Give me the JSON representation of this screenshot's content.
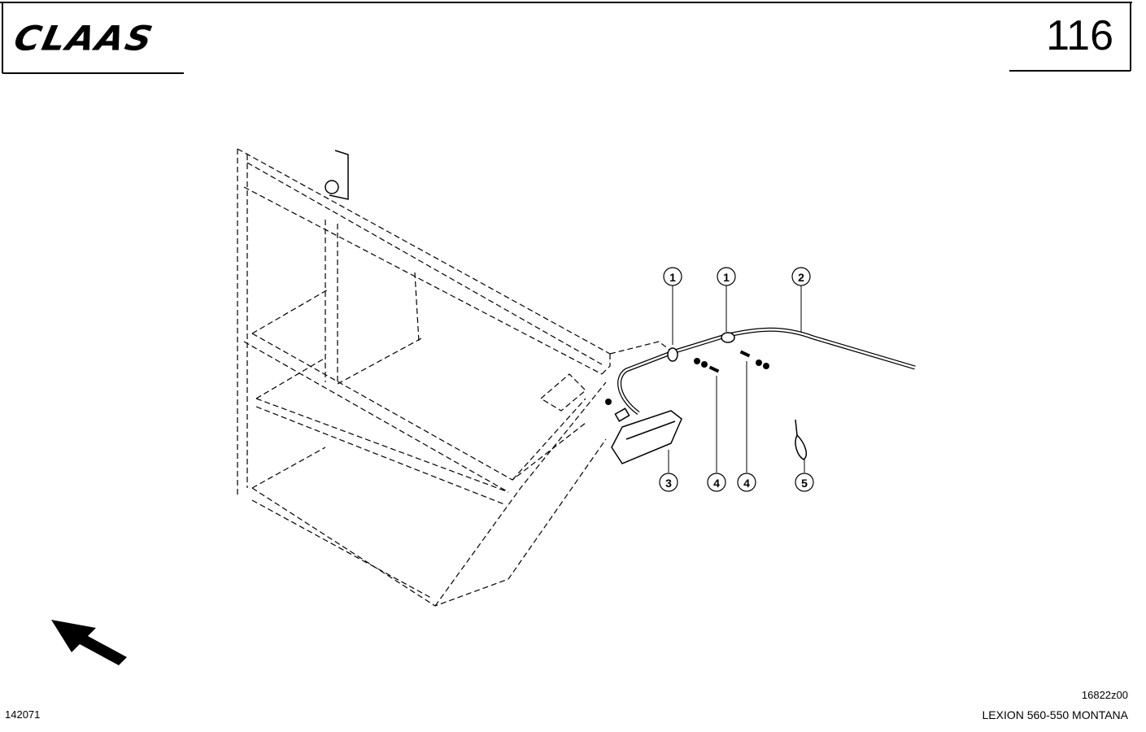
{
  "header": {
    "brand": "CLAAS",
    "page_number": "116"
  },
  "footer": {
    "drawing_code": "16822z00",
    "model": "LEXION 560-550 MONTANA",
    "reference": "142071"
  },
  "callouts": [
    "1",
    "1",
    "2",
    "3",
    "4",
    "4",
    "5"
  ]
}
